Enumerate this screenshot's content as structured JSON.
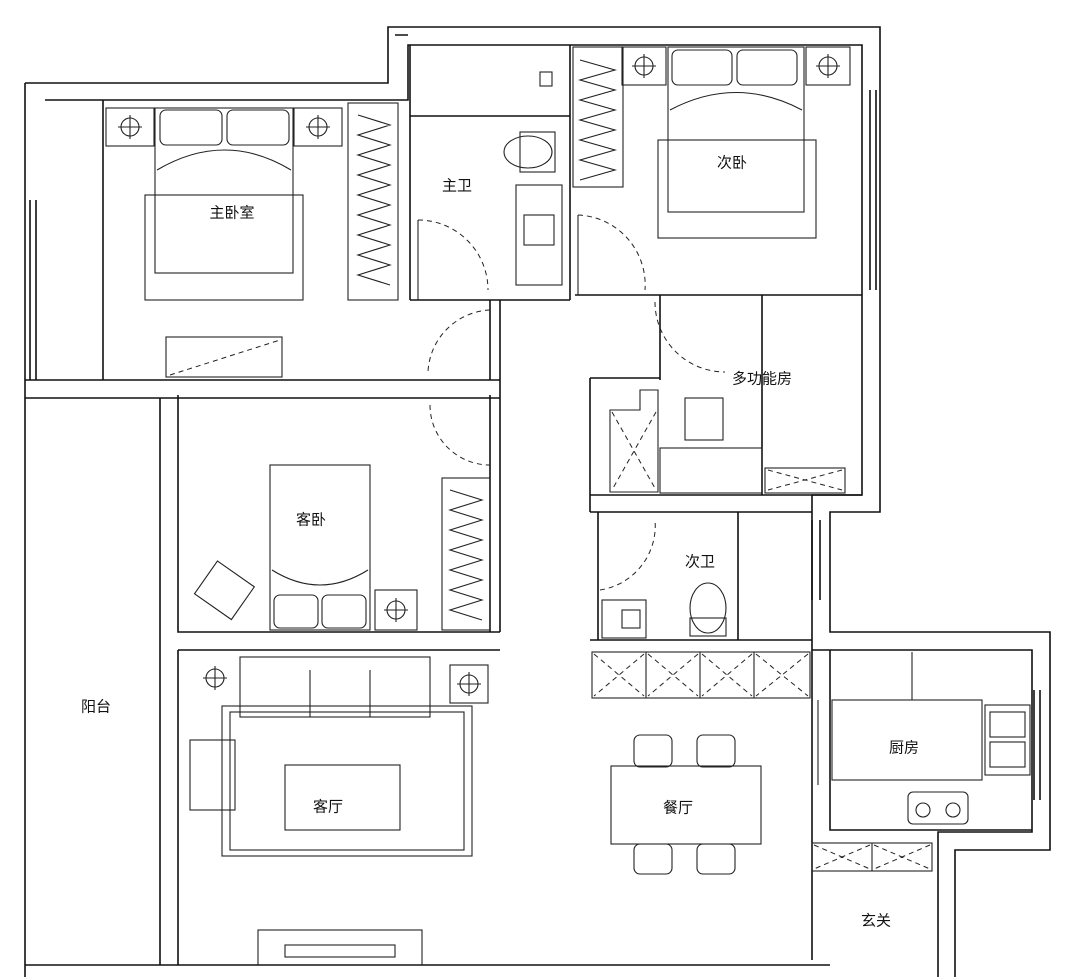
{
  "rooms": {
    "master_bedroom": "主卧室",
    "master_bath": "主卫",
    "second_bedroom": "次卧",
    "multi_room": "多功能房",
    "guest_bedroom": "客卧",
    "second_bath": "次卫",
    "balcony": "阳台",
    "living_room": "客厅",
    "dining_room": "餐厅",
    "kitchen": "厨房",
    "entrance": "玄关"
  }
}
